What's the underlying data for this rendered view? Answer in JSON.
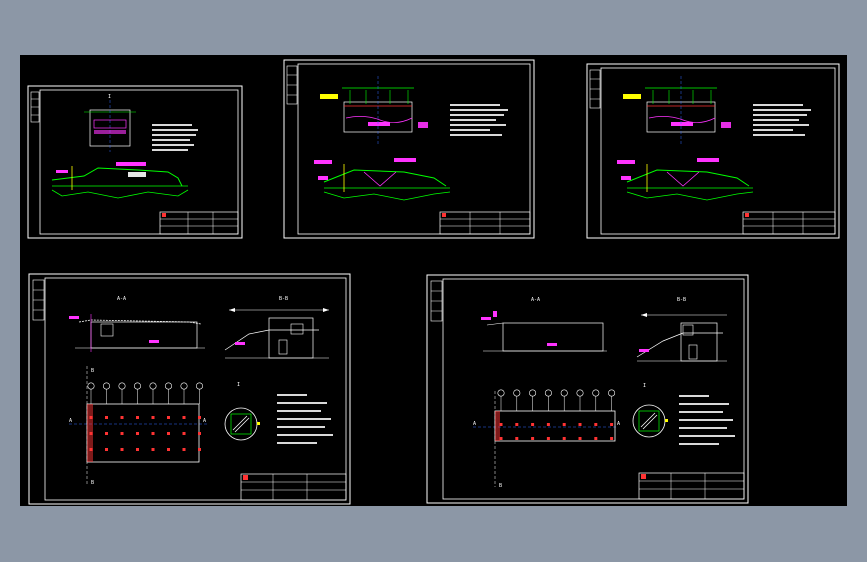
{
  "colors": {
    "background": "#8c97a6",
    "canvas": "#000000",
    "frame": "#ffffff",
    "dimension": "#00ff00",
    "annotation": "#ff33ff",
    "highlight": "#ffff00",
    "hatch": "#ff3333",
    "axis": "#3366ff"
  },
  "sheets": {
    "bottom_left": {
      "section_a": "A-A",
      "section_b": "B-B",
      "axis_a": "A",
      "axis_b": "B",
      "detail": "I"
    },
    "bottom_right": {
      "section_a": "A-A",
      "section_b": "B-B",
      "axis_a": "A",
      "axis_b": "B",
      "detail": "I"
    }
  }
}
